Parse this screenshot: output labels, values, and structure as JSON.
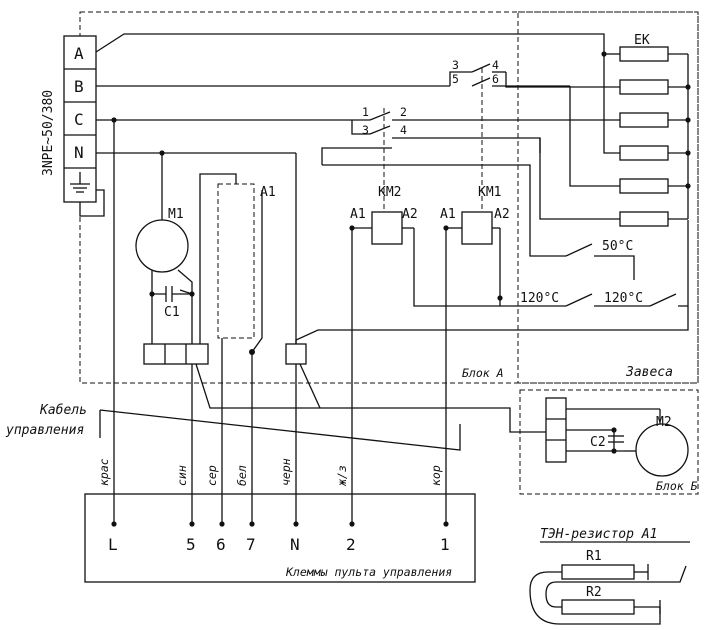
{
  "supply": {
    "label": "3NPE~50/380",
    "terminals": [
      "A",
      "B",
      "C",
      "N"
    ]
  },
  "blocks": {
    "a_label": "Блок А",
    "b_label": "Блок Б",
    "curtain_label": "Завеса"
  },
  "components": {
    "heater": "ЕК",
    "motor1": "М1",
    "motor2": "М2",
    "cap1": "С1",
    "cap2": "С2",
    "resistor_block": "А1",
    "km2": "КМ2",
    "km1": "КМ1",
    "a1_pin": "А1",
    "a2_pin": "А2"
  },
  "contacts": {
    "km2_pins": [
      "1",
      "2",
      "3",
      "4"
    ],
    "km1_pins": [
      "3",
      "4",
      "5",
      "6"
    ]
  },
  "thermostats": {
    "t50": "50°С",
    "t120a": "120°С",
    "t120b": "120°С"
  },
  "cable": {
    "line1": "Кабель",
    "line2": "управления",
    "wire_colors": [
      "крас",
      "син",
      "сер",
      "бел",
      "черн",
      "ж/з",
      "кор"
    ]
  },
  "console": {
    "terminals": [
      "L",
      "5",
      "6",
      "7",
      "N",
      "2",
      "1"
    ],
    "label": "Клеммы пульта управления"
  },
  "legend": {
    "title": "ТЭН-резистор А1",
    "r1": "R1",
    "r2": "R2"
  }
}
